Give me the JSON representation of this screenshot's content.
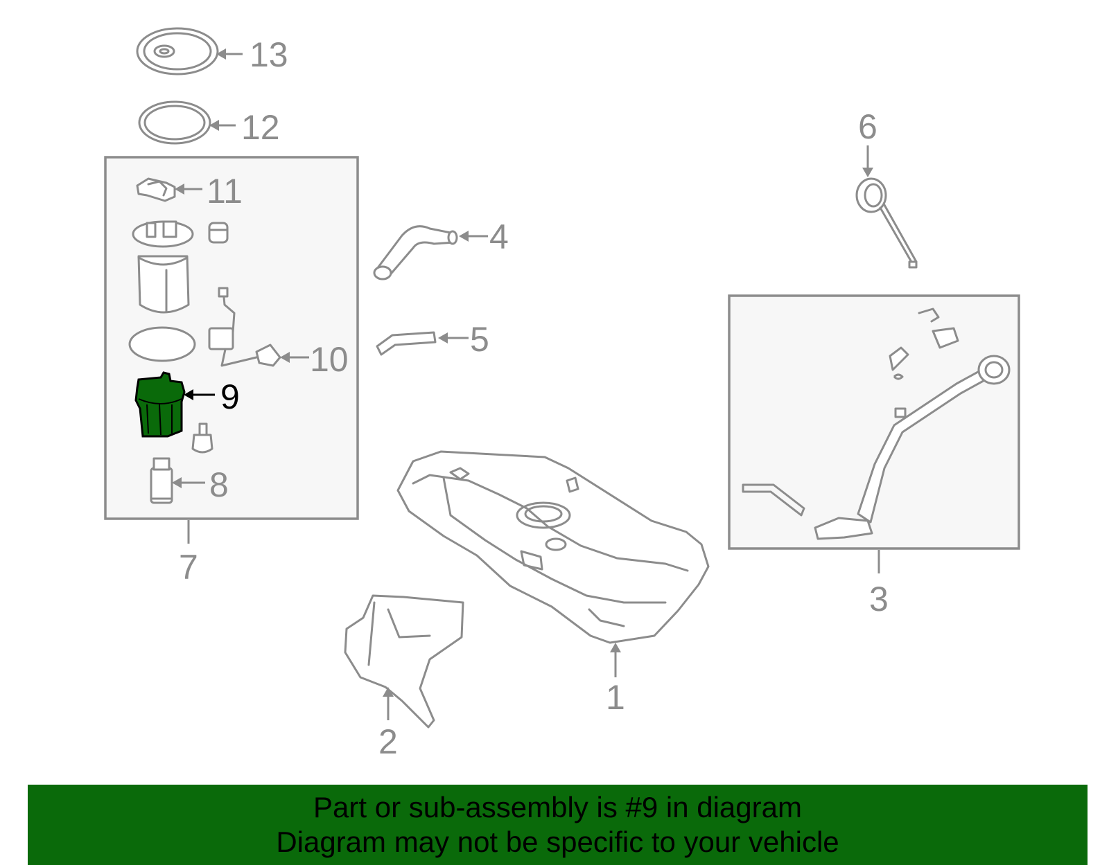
{
  "diagram": {
    "highlight_color": "#0a6a0a",
    "highlighted_part": "9",
    "callouts": {
      "p1": "1",
      "p2": "2",
      "p3": "3",
      "p4": "4",
      "p5": "5",
      "p6": "6",
      "p7": "7",
      "p8": "8",
      "p9": "9",
      "p10": "10",
      "p11": "11",
      "p12": "12",
      "p13": "13"
    }
  },
  "banner": {
    "line1": "Part or sub-assembly is #9 in diagram",
    "line2": "Diagram may not be specific to your vehicle",
    "background": "#0a6a0a"
  }
}
